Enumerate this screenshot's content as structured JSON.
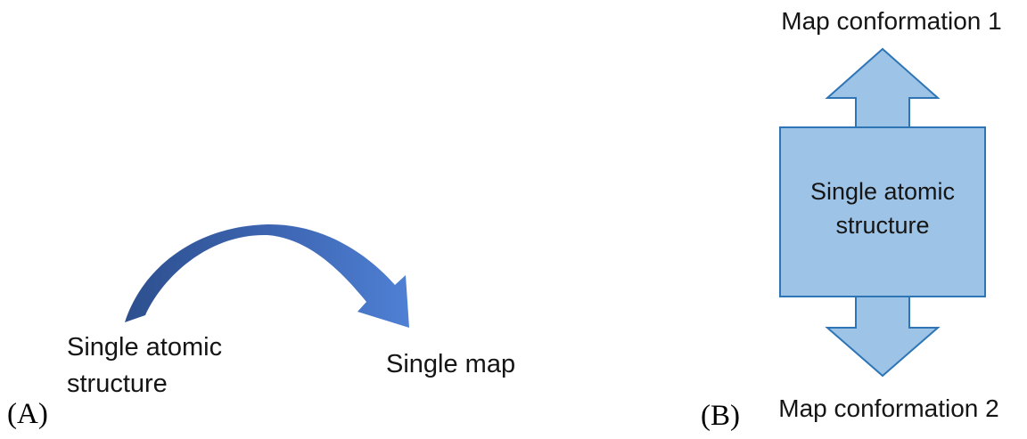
{
  "colors": {
    "arrow_dark": "#2d4f8e",
    "arrow_mid": "#3c64b0",
    "arrow_light": "#4f80d4",
    "shape_fill": "#9dc3e6",
    "shape_stroke": "#2e75b6",
    "text": "#151515"
  },
  "panel_a": {
    "label": "(A)",
    "source_line1": "Single atomic",
    "source_line2": "structure",
    "target": "Single map"
  },
  "panel_b": {
    "label": "(B)",
    "top": "Map conformation 1",
    "bottom": "Map conformation 2",
    "box_line1": "Single atomic",
    "box_line2": "structure"
  }
}
